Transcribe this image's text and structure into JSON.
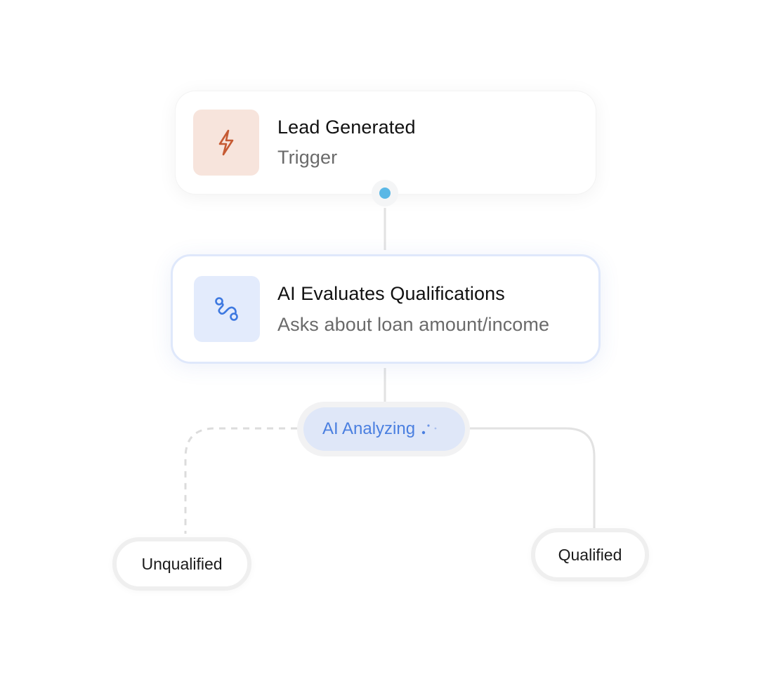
{
  "trigger_node": {
    "title": "Lead Generated",
    "subtitle": "Trigger",
    "icon": "lightning-bolt-icon",
    "icon_color": "#c65a33",
    "icon_bg": "#f7e4dc"
  },
  "ai_node": {
    "title": "AI Evaluates Qualifications",
    "subtitle": "Asks about loan amount/income",
    "icon": "route-path-icon",
    "icon_color": "#3d78e0",
    "icon_bg": "#e3ebfc"
  },
  "status_pill": {
    "label": "AI Analyzing",
    "icon": "loading-dots-icon",
    "color": "#4a7fe0"
  },
  "outcomes": {
    "unqualified": "Unqualified",
    "qualified": "Qualified"
  },
  "colors": {
    "connector_dot": "#5bb8e6",
    "connector_line": "#e2e2e2"
  }
}
